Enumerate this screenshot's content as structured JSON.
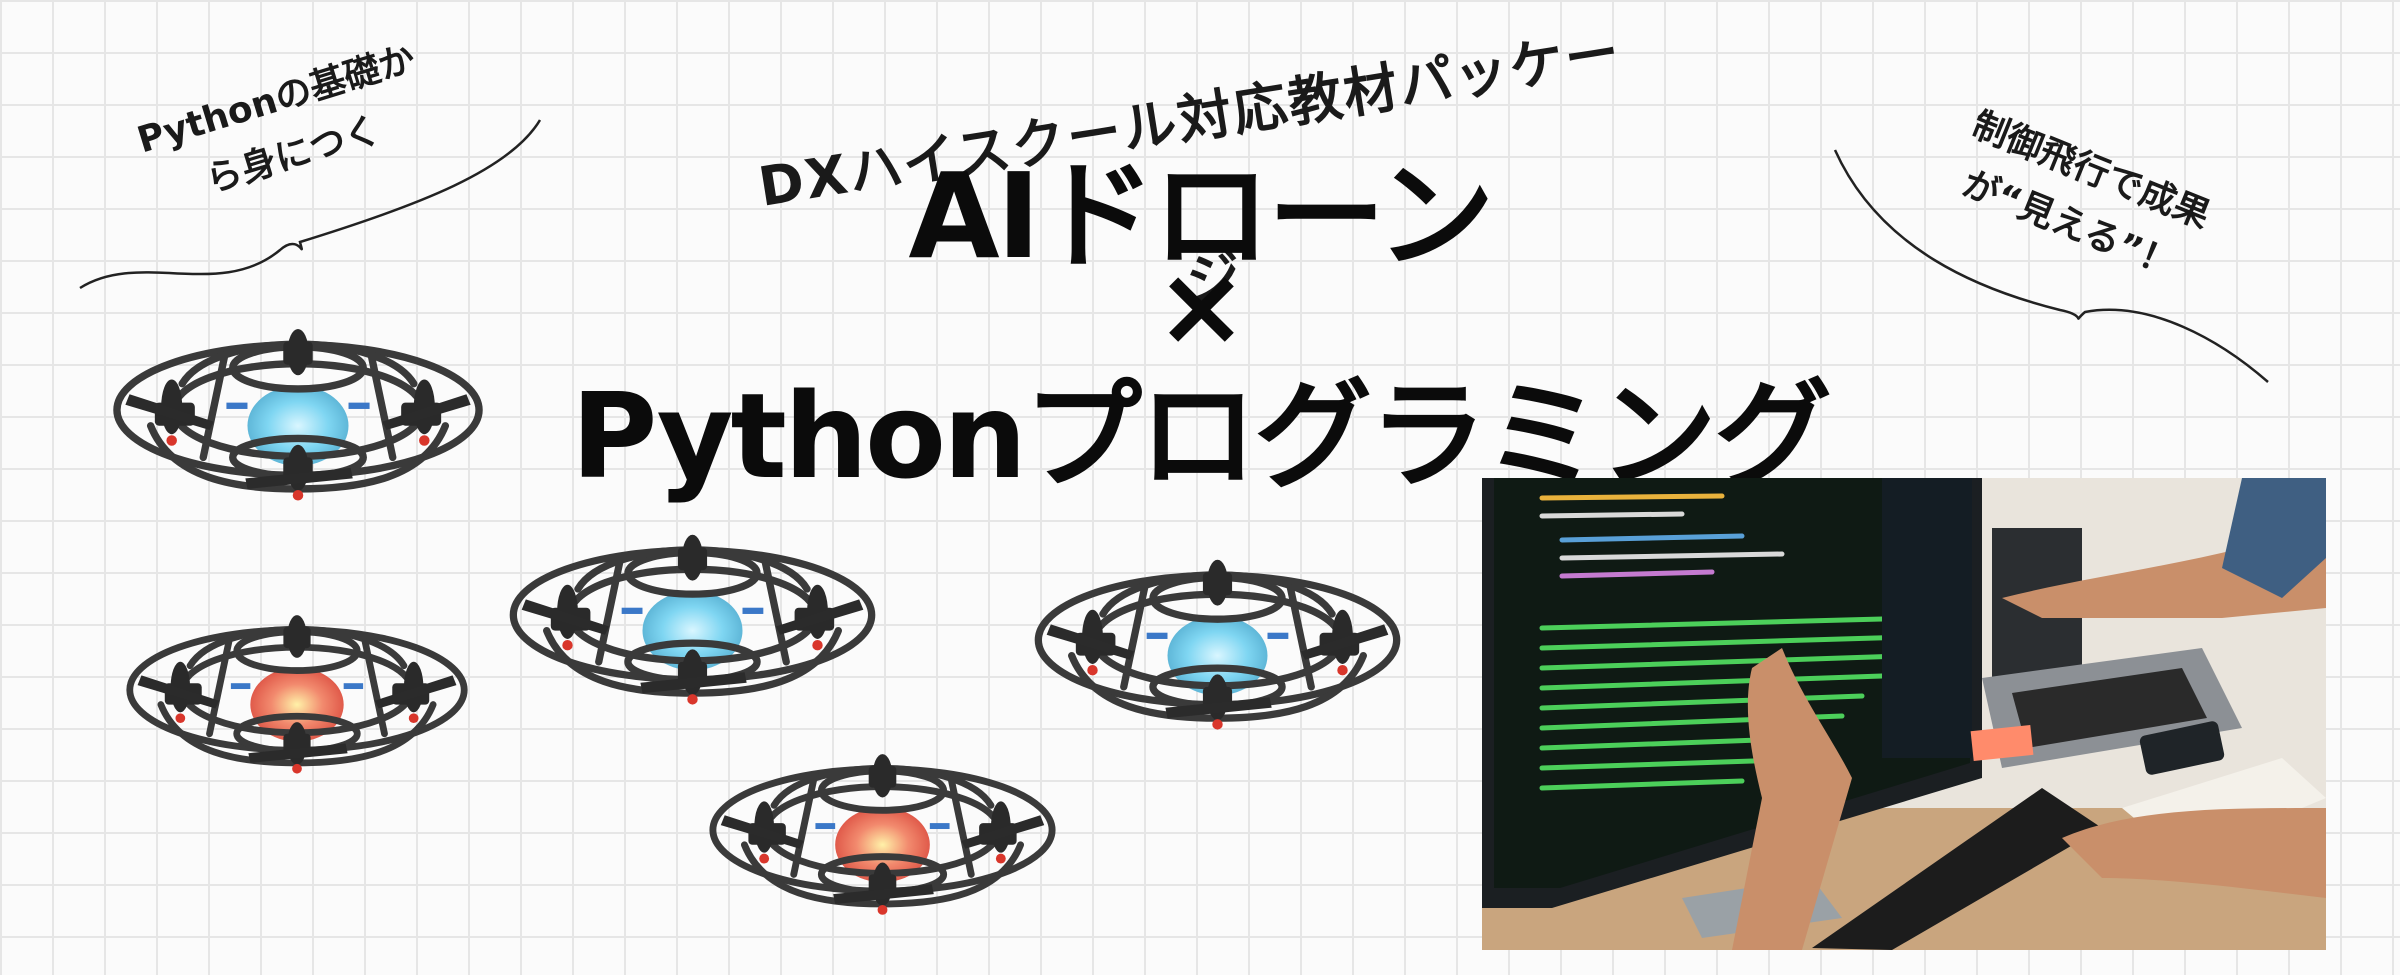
{
  "subtitle": "DXハイスクール対応教材パッケージ",
  "title": {
    "line1": "AIドローン",
    "line2": "×",
    "line3": "Pythonプログラミング"
  },
  "note_left": {
    "line1": "Pythonの基礎か",
    "line2": "ら身につく"
  },
  "note_right": {
    "line1": "制御飛行で成果",
    "line2": "が“見える”！"
  },
  "drones": [
    {
      "glow": "blue"
    },
    {
      "glow": "red"
    },
    {
      "glow": "blue"
    },
    {
      "glow": "blue"
    },
    {
      "glow": "red"
    }
  ],
  "photo": {
    "subject": "code-on-monitor-and-laptop"
  },
  "colors": {
    "text": "#0b0b0b",
    "drone_frame": "#3a3a3a",
    "blue_glow": "#7fd6f2",
    "red_glow": "#f28a6e",
    "grid": "#e6e6e6"
  }
}
